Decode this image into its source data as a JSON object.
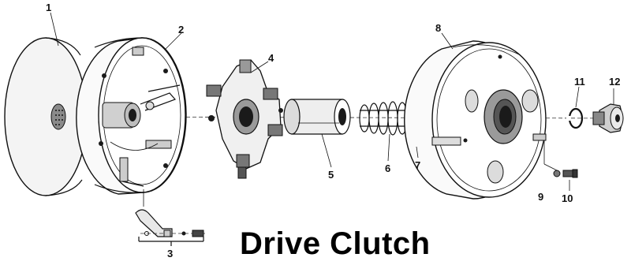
{
  "title": "Drive Clutch",
  "callouts": [
    "1",
    "2",
    "3",
    "4",
    "5",
    "6",
    "7",
    "8",
    "9",
    "10",
    "11",
    "12"
  ]
}
